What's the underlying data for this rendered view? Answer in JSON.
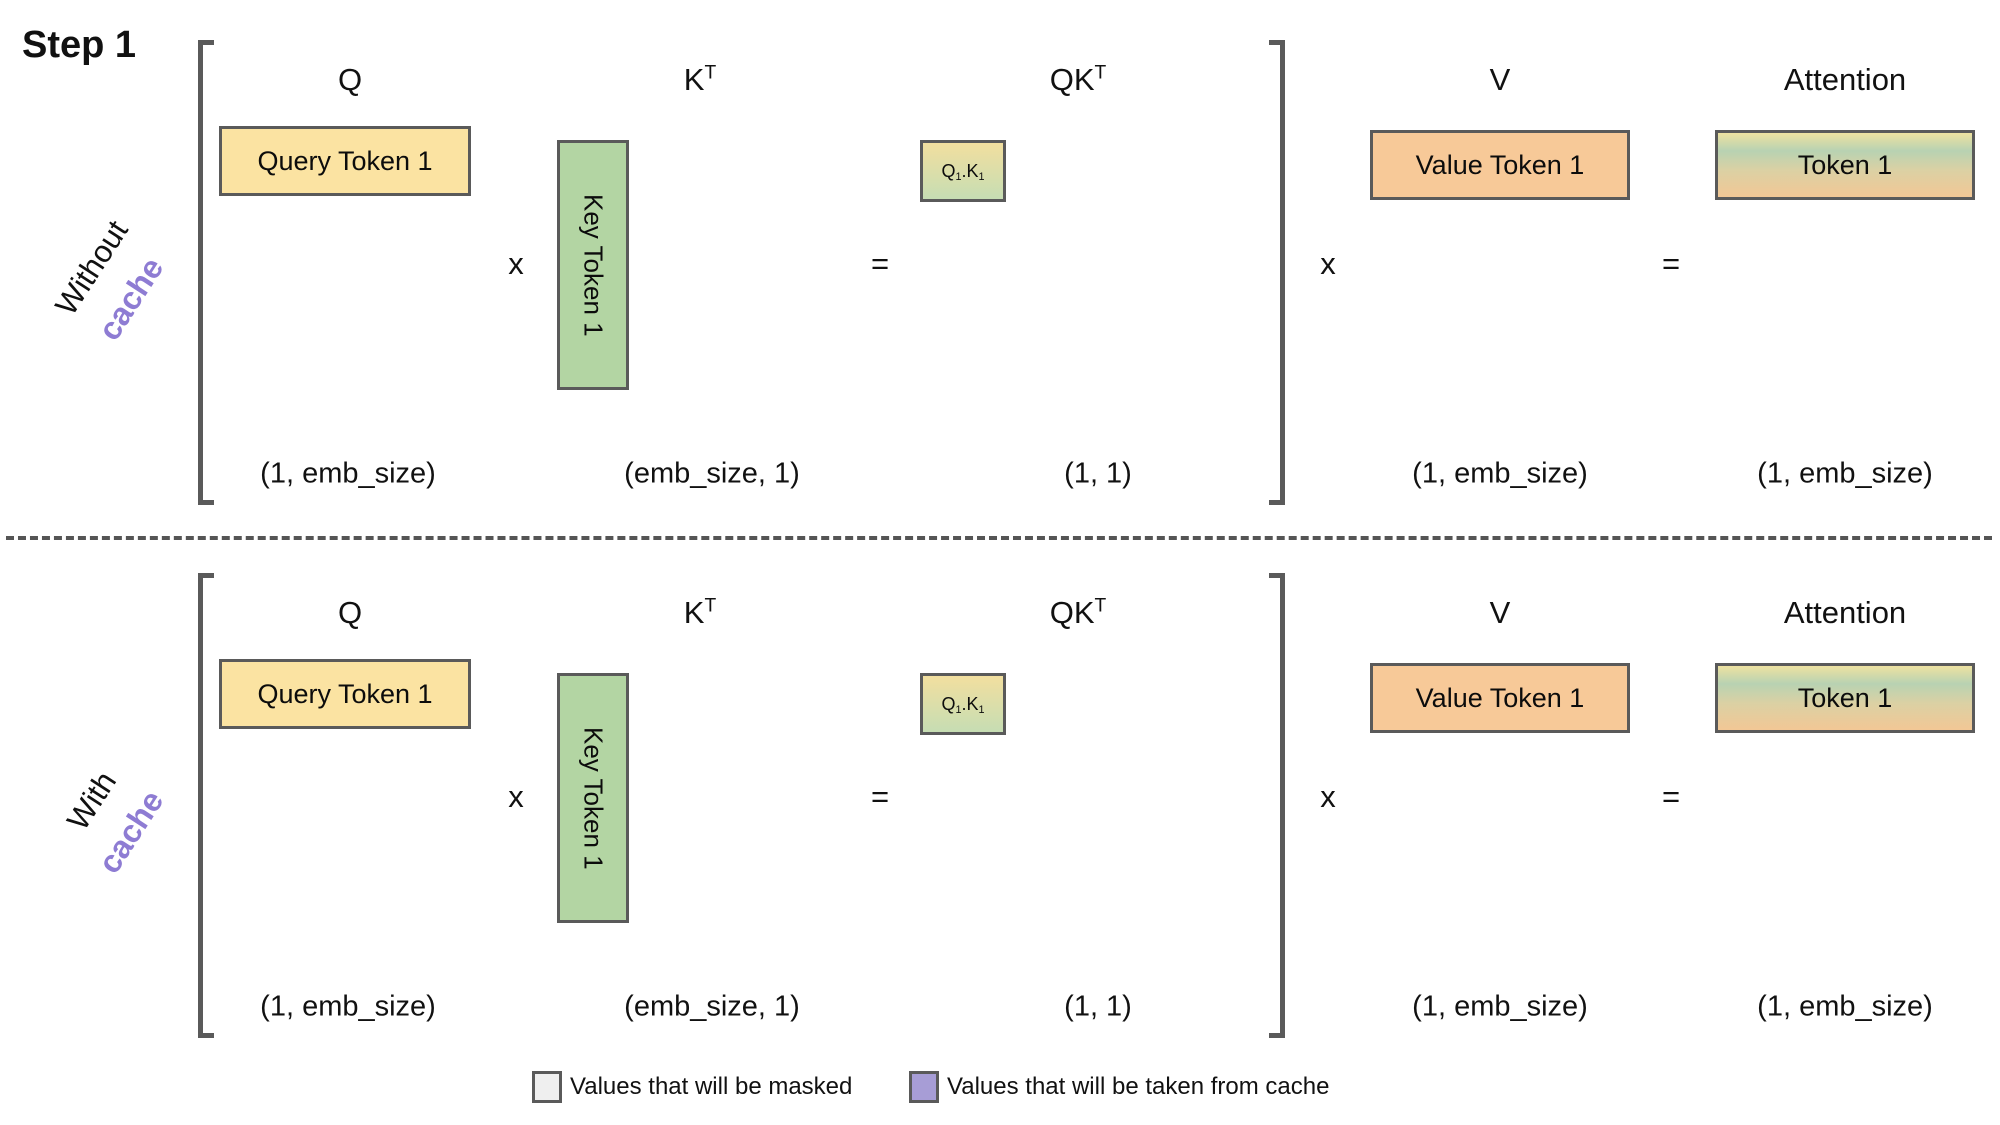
{
  "title": "Step 1",
  "colors": {
    "query_yellow": "#FBE3A2",
    "key_green": "#B3D5A3",
    "value_orange": "#F7C998",
    "qk_gradient_top": "#F2DF9F",
    "qk_gradient_bottom": "#C6DDB3",
    "attention_gradient": [
      "#EDE2A1",
      "#B8D2B2",
      "#DBD1A4",
      "#F2C795"
    ],
    "cache_purple": "#8E7CD3",
    "masked_gray": "#EFEFEF",
    "legend_purple": "#A79DD6",
    "border_gray": "#5A5A5A"
  },
  "sections": [
    {
      "id": "without-cache",
      "side_label": {
        "word1": "Without",
        "word2": "cache"
      },
      "columns": {
        "q": {
          "label": "Q"
        },
        "kt": {
          "base": "K",
          "sup": "T"
        },
        "qkt": {
          "base": "QK",
          "sup": "T"
        },
        "v": {
          "label": "V"
        },
        "attention": {
          "label": "Attention"
        }
      },
      "boxes": {
        "query": "Query Token 1",
        "key": "Key Token 1",
        "qk": {
          "p1": "Q",
          "s1": "1",
          "dot": ".",
          "p2": "K",
          "s2": "1"
        },
        "value": "Value Token 1",
        "attention": "Token 1"
      },
      "operators": {
        "times1": "x",
        "equals1": "=",
        "times2": "x",
        "equals2": "="
      },
      "dims": {
        "q": "(1, emb_size)",
        "kt": "(emb_size, 1)",
        "qkt": "(1, 1)",
        "v": "(1, emb_size)",
        "attention": "(1, emb_size)"
      }
    },
    {
      "id": "with-cache",
      "side_label": {
        "word1": "With",
        "word2": "cache"
      },
      "columns": {
        "q": {
          "label": "Q"
        },
        "kt": {
          "base": "K",
          "sup": "T"
        },
        "qkt": {
          "base": "QK",
          "sup": "T"
        },
        "v": {
          "label": "V"
        },
        "attention": {
          "label": "Attention"
        }
      },
      "boxes": {
        "query": "Query Token 1",
        "key": "Key Token 1",
        "qk": {
          "p1": "Q",
          "s1": "1",
          "dot": ".",
          "p2": "K",
          "s2": "1"
        },
        "value": "Value Token 1",
        "attention": "Token 1"
      },
      "operators": {
        "times1": "x",
        "equals1": "=",
        "times2": "x",
        "equals2": "="
      },
      "dims": {
        "q": "(1, emb_size)",
        "kt": "(emb_size, 1)",
        "qkt": "(1, 1)",
        "v": "(1, emb_size)",
        "attention": "(1, emb_size)"
      }
    }
  ],
  "legend": {
    "masked": {
      "label": "Values that will be masked",
      "color": "#EFEFEF"
    },
    "cache": {
      "label": "Values that will be taken from cache",
      "color": "#A79DD6"
    }
  }
}
